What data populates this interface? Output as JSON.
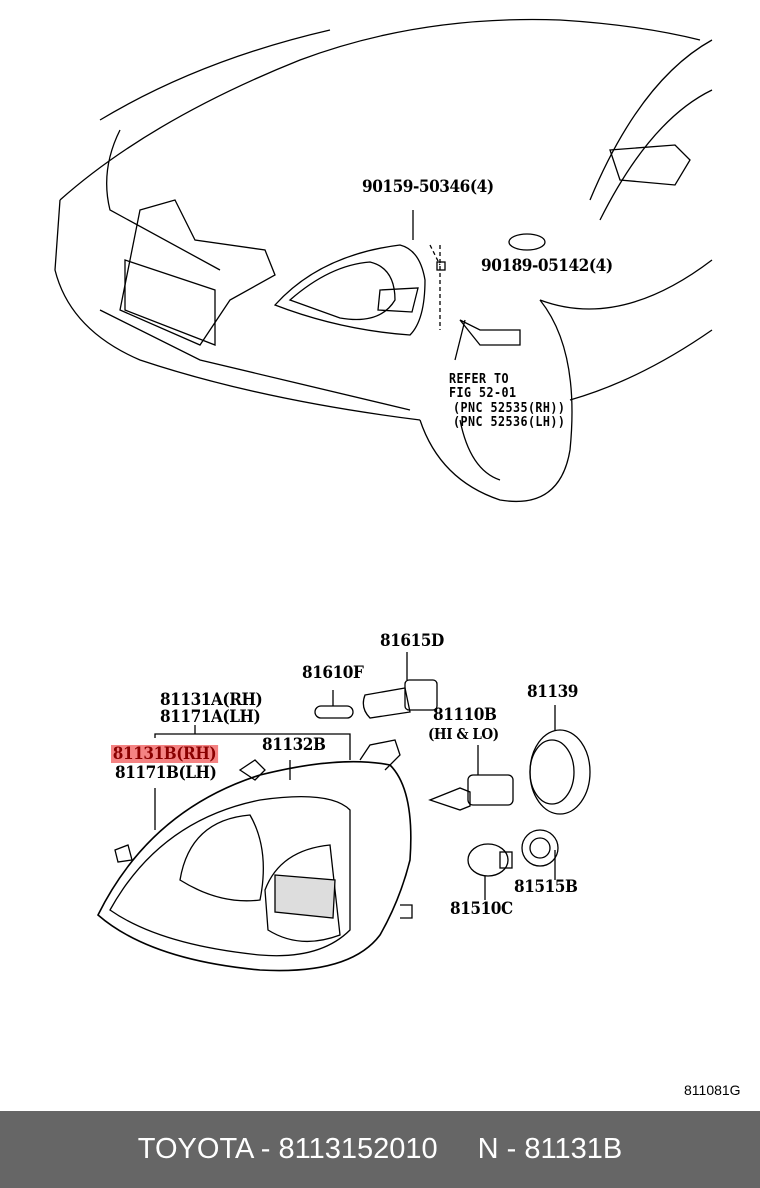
{
  "diagram": {
    "callouts": {
      "bolt": "90159-50346(4)",
      "nut": "90189-05142(4)",
      "refer": [
        "REFER TO",
        "FIG 52-01",
        "(PNC 52535(RH))",
        "(PNC 52536(LH))"
      ],
      "bulb_socket_top": "81615D",
      "bulb_small": "81610F",
      "unit_a_rh": "81131A(RH)",
      "unit_a_lh": "81171A(LH)",
      "bulb_main": "81110B",
      "bulb_main_note": "(HI & LO)",
      "cover": "81139",
      "unit_b_rh": "81131B(RH)",
      "unit_b_lh": "81171B(LH)",
      "lens": "81132B",
      "socket": "81515B",
      "bulb_turn": "81510C"
    },
    "illustration_code": "811081G",
    "highlight_color": "#f05a5a"
  },
  "footer": {
    "part": "TOYOTA - 8113152010",
    "ref": "N - 81131B"
  }
}
